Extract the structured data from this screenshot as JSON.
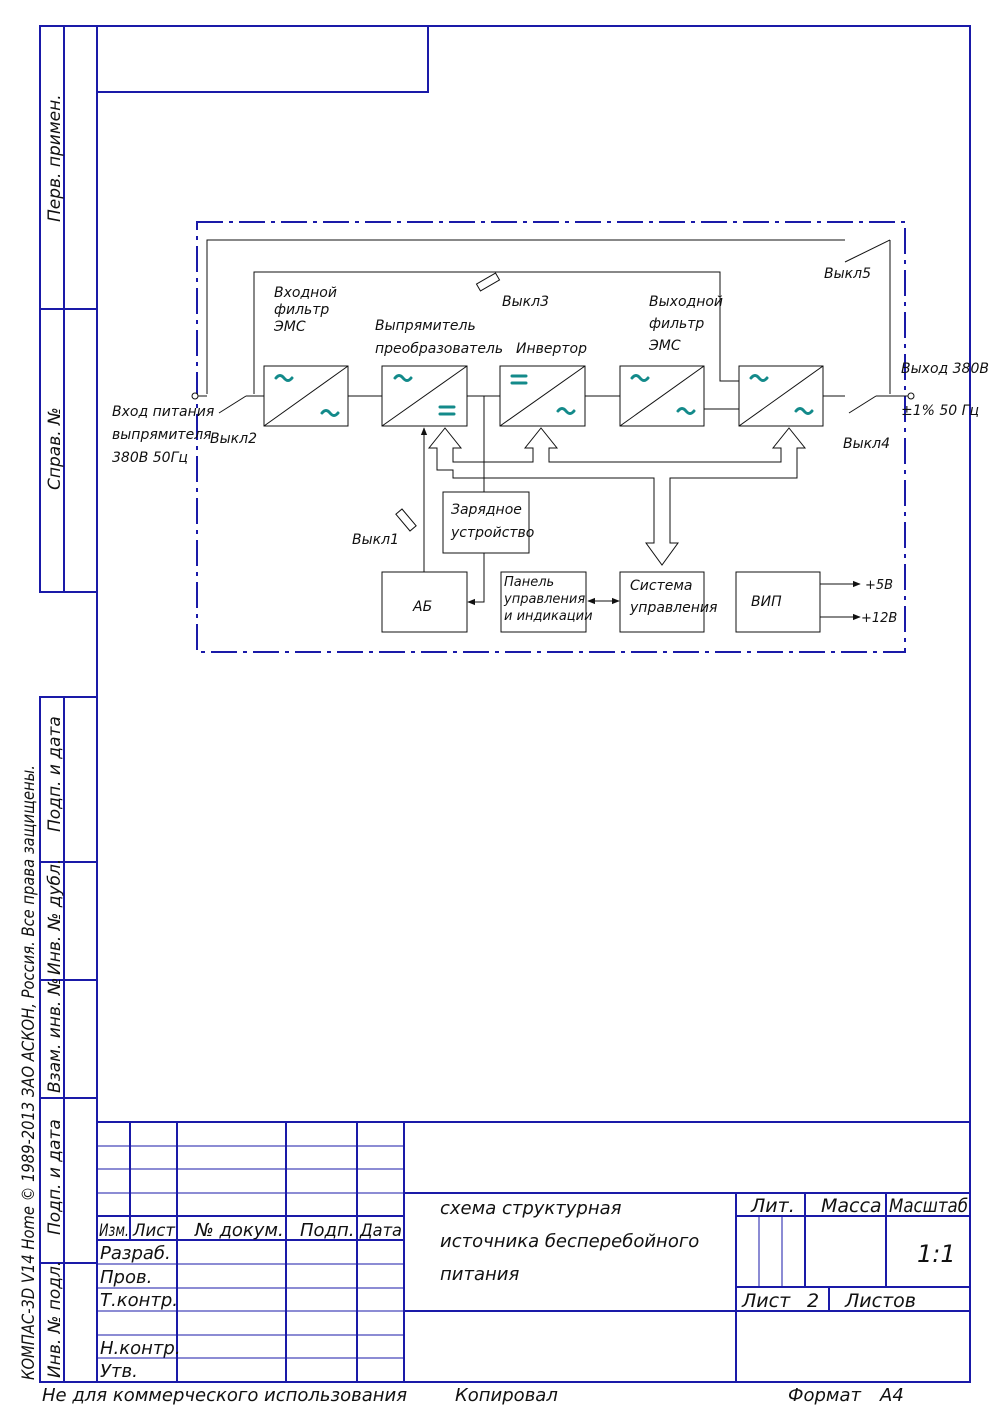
{
  "side_labels": {
    "perv_primen": "Перв. примен.",
    "sprav_no": "Справ. №",
    "podp_data_1": "Подп. и дата",
    "inv_no_dubl": "Инв. № дубл.",
    "vzam_inv_no": "Взам. инв. №",
    "podp_data_2": "Подп. и дата",
    "inv_no_podl": "Инв. № подл."
  },
  "copyright": "КОМПАС-3D V14 Home © 1989-2013 ЗАО АСКОН, Россия. Все права защищены.",
  "diagram": {
    "blocks": {
      "input_filter": "Входной фильтр ЭМС",
      "rectifier": "Выпрямитель преобразователь",
      "inverter": "Инвертор",
      "output_filter": "Выходной фильтр ЭМС",
      "charger": "Зарядное устройство",
      "battery": "АБ",
      "panel": "Панель управления и индикации",
      "control": "Система управления",
      "vip": "ВИП"
    },
    "labels": {
      "input": "Вход питания выпрямителя 380В 50Гц",
      "output": "Выход 380В ±1% 50 Гц",
      "sw1": "Выкл1",
      "sw2": "Выкл2",
      "sw3": "Выкл3",
      "sw4": "Выкл4",
      "sw5": "Выкл5",
      "plus5": "+5В",
      "plus12": "+12В"
    }
  },
  "stamp": {
    "izm": "Изм.",
    "list": "Лист",
    "doc_no": "№ докум.",
    "podp": "Подп.",
    "data": "Дата",
    "razrab": "Разраб.",
    "prov": "Пров.",
    "tkontr": "Т.контр.",
    "nkontr": "Н.контр.",
    "utv": "Утв.",
    "title": "схема структурная источника бесперебойного питания",
    "lit": "Лит.",
    "massa": "Масса",
    "masshtab": "Масштаб",
    "scale": "1:1",
    "sheet_label": "Лист",
    "sheet_no": "2",
    "sheets_label": "Листов",
    "sheets_no": ""
  },
  "footer": {
    "non_commercial": "Не для коммерческого использования",
    "copied": "Копировал",
    "format_label": "Формат",
    "format_value": "А4"
  }
}
